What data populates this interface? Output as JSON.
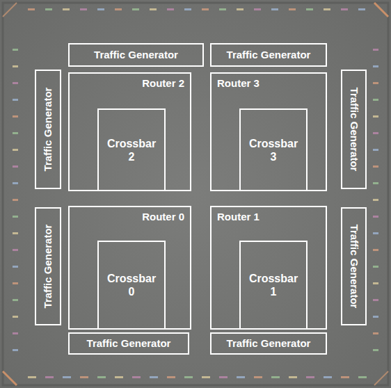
{
  "diagram": {
    "nodes": [
      {
        "text": [
          "Traffic Generator"
        ]
      },
      {
        "text": [
          "Traffic Generator"
        ]
      },
      {
        "text": [
          "Traffic Generator"
        ]
      },
      {
        "text": [
          "Router 2"
        ]
      },
      {
        "text": [
          "Crossbar 2"
        ],
        "in": 3
      },
      {
        "text": [
          "Router 3"
        ]
      },
      {
        "text": [
          "Crossbar 3"
        ],
        "in": 5
      },
      {
        "text": [
          "Traffic Generator"
        ]
      },
      {
        "text": [
          "Traffic Generator"
        ]
      },
      {
        "text": [
          "Router 0"
        ]
      },
      {
        "text": [
          "Crossbar 0"
        ],
        "in": 9
      },
      {
        "text": [
          "Router 1"
        ]
      },
      {
        "text": [
          "Crossbar 1"
        ],
        "in": 11
      },
      {
        "text": [
          "Traffic Generator"
        ]
      },
      {
        "text": [
          "Traffic Generator"
        ]
      },
      {
        "text": [
          "Traffic Generator"
        ]
      }
    ]
  }
}
